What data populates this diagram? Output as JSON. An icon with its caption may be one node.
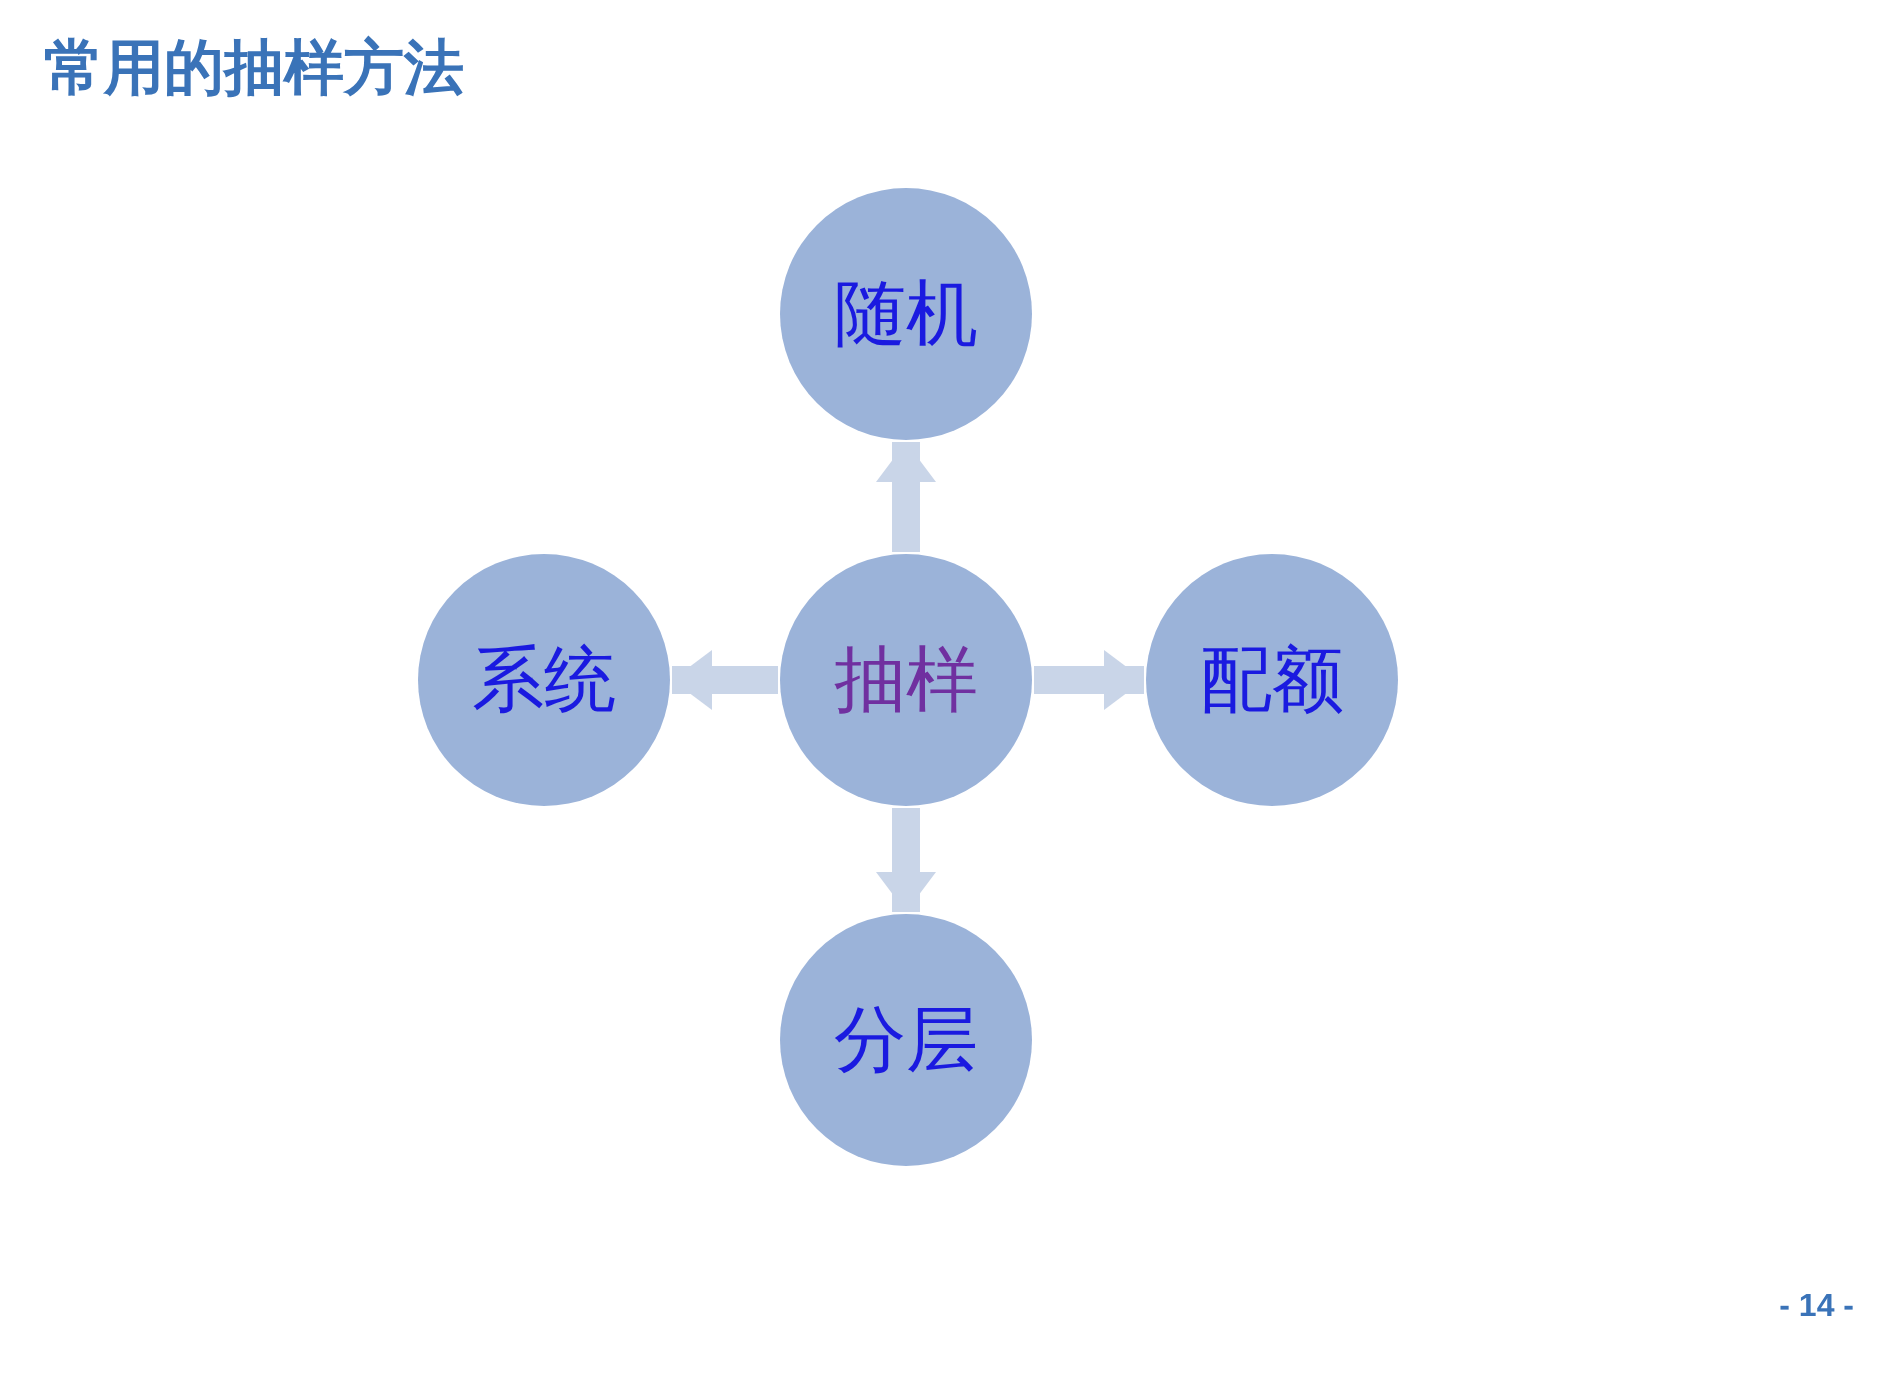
{
  "diagram": {
    "title": "常用的抽样方法",
    "nodes": [
      {
        "text": [
          "抽样"
        ]
      },
      {
        "text": [
          "随机"
        ]
      },
      {
        "text": [
          "系统"
        ]
      },
      {
        "text": [
          "配额"
        ]
      },
      {
        "text": [
          "分层"
        ]
      }
    ],
    "edges": [
      {
        "from": 0,
        "to": 1,
        "arrow": "to"
      },
      {
        "from": 0,
        "to": 2,
        "arrow": "to"
      },
      {
        "from": 0,
        "to": 3,
        "arrow": "to"
      },
      {
        "from": 0,
        "to": 4,
        "arrow": "to"
      }
    ],
    "labels": [
      "- 14 -"
    ]
  }
}
